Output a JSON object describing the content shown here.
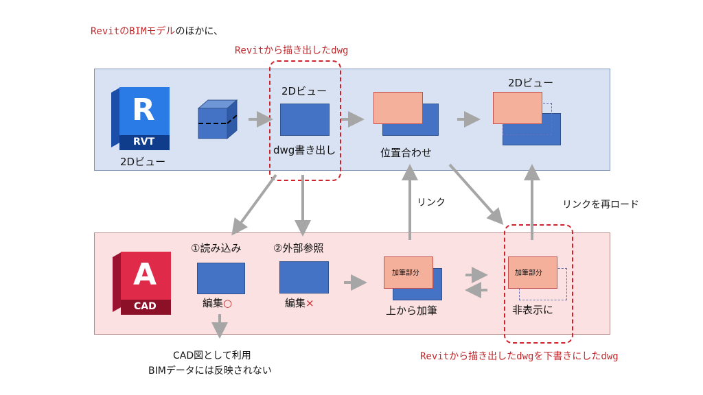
{
  "headline": "RevitのBIMモデルのほかに、",
  "headline_parts": {
    "a": "RevitのBIMモデル",
    "b": "のほかに、"
  },
  "dwg_export_caption": "Revitから描き出したdwg",
  "bottom_caption": "Revitから描き出したdwgを下書きにしたdwg",
  "revit_logo": {
    "letter": "R",
    "label": "RVT",
    "icon": "revit-logo-icon",
    "color": "#2b6fe0"
  },
  "cad_logo": {
    "letter": "A",
    "label": "CAD",
    "icon": "autocad-logo-icon",
    "color": "#c8203c"
  },
  "top": {
    "revit_label": "2Dビュー",
    "view_label": "2Dビュー",
    "export_label": "dwg書き出し",
    "align_label": "位置合わせ",
    "result_label": "2Dビュー"
  },
  "bottom": {
    "import_label": "①読み込み",
    "xref_label": "②外部参照",
    "edit_ok_label": "編集",
    "edit_ok_mark": "○",
    "edit_ng_label": "編集",
    "edit_ng_mark": "×",
    "overdraw_tag": "加筆部分",
    "overdraw_label": "上から加筆",
    "hidden_tag": "加筆部分",
    "hidden_label": "非表示に"
  },
  "link_label": "リンク",
  "reload_label": "リンクを再ロード",
  "note_line1": "CAD図として利用",
  "note_line2": "BIMデータには反映されない",
  "colors": {
    "accent_red": "#c0282c",
    "blue_panel": "#d9e2f2",
    "pink_panel": "#fbe1e1",
    "arrow_gray": "#a6a6a6"
  }
}
